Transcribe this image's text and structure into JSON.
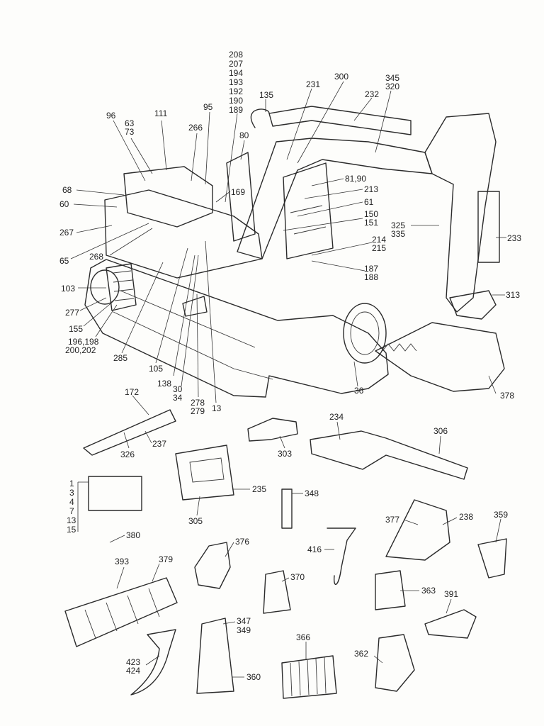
{
  "labels": {
    "l208": "208",
    "l207": "207",
    "l194": "194",
    "l193": "193",
    "l192": "192",
    "l190": "190",
    "l189": "189",
    "l300": "300",
    "l345": "345",
    "l320": "320",
    "l231": "231",
    "l232": "232",
    "l135": "135",
    "l95": "95",
    "l96": "96",
    "l63": "63",
    "l73": "73",
    "l111": "111",
    "l266": "266",
    "l80": "80",
    "l68": "68",
    "l60": "60",
    "l267": "267",
    "l65": "65",
    "l268": "268",
    "l169": "169",
    "l8190": "81,90",
    "l213": "213",
    "l61": "61",
    "l150": "150",
    "l151": "151",
    "l325": "325",
    "l335": "335",
    "l233": "233",
    "l214": "214",
    "l215": "215",
    "l187": "187",
    "l188": "188",
    "l103": "103",
    "l277": "277",
    "l155": "155",
    "l196198": "196,198",
    "l200202": "200,202",
    "l285": "285",
    "l105": "105",
    "l138": "138",
    "l30": "30",
    "l34": "34",
    "l278": "278",
    "l279": "279",
    "l13top": "13",
    "l36": "36",
    "l313": "313",
    "l378": "378",
    "l172": "172",
    "l326": "326",
    "l237": "237",
    "l234": "234",
    "l306": "306",
    "l303": "303",
    "l235": "235",
    "l305": "305",
    "l348": "348",
    "s1": "1",
    "s3": "3",
    "s4": "4",
    "s7": "7",
    "s13": "13",
    "s15": "15",
    "l380": "380",
    "l393": "393",
    "l379": "379",
    "l376": "376",
    "l377": "377",
    "l238": "238",
    "l359": "359",
    "l416": "416",
    "l370": "370",
    "l363": "363",
    "l391": "391",
    "l347": "347",
    "l349": "349",
    "l366": "366",
    "l362": "362",
    "l423": "423",
    "l424": "424",
    "l360": "360"
  }
}
